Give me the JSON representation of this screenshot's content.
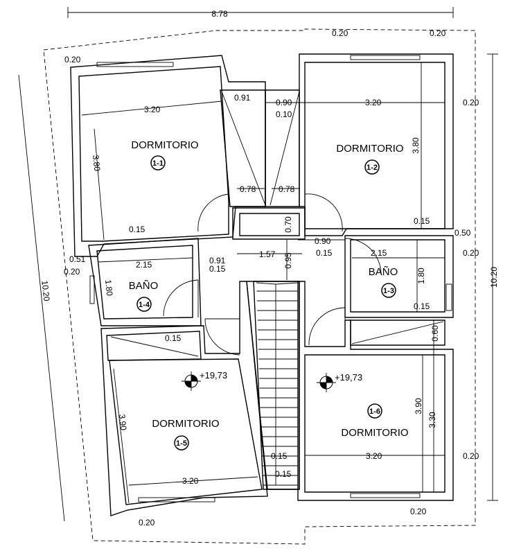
{
  "rooms": {
    "dorm_1_1": {
      "name": "DORMITORIO",
      "code": "1-1"
    },
    "dorm_1_2": {
      "name": "DORMITORIO",
      "code": "1-2"
    },
    "bano_1_3": {
      "name": "BAÑO",
      "code": "1-3"
    },
    "bano_1_4": {
      "name": "BAÑO",
      "code": "1-4"
    },
    "dorm_1_5": {
      "name": "DORMITORIO",
      "code": "1-5"
    },
    "dorm_1_6": {
      "name": "DORMITORIO",
      "code": "1-6"
    }
  },
  "levels": {
    "left": "+19,73",
    "right": "+19,73"
  },
  "dimensions": {
    "total_width": "8.78",
    "total_height_right": "10.20",
    "total_height_left": "10.20",
    "top_left_wall": "0.20",
    "top_mid_wall": "0.20",
    "top_right_wall": "0.20",
    "dorm11_width": "3.20",
    "dorm11_height": "3.80",
    "closet_left": "0.91",
    "closet_right": "0.90",
    "closet_gap": "0.10",
    "closet_78_left": "0.78",
    "closet_78_right": "0.78",
    "dorm12_width": "3.20",
    "dorm12_height": "3.80",
    "right_wall_top": "0.20",
    "box_070": "0.70",
    "dorm12_bottom_wall": "0.15",
    "hall_090": "0.90",
    "right_wall_050": "0.50",
    "bath11_top_wall": "0.15",
    "left_051": "0.51",
    "left_020": "0.20",
    "bath14_width": "2.15",
    "bath14_height": "1.80",
    "hall_091": "0.91",
    "hall_015_a": "0.15",
    "hall_157": "1.57",
    "hall_095": "0.95",
    "hall_015_b": "0.15",
    "bath13_width": "2.15",
    "right_wall_020_b": "0.20",
    "bath13_height": "1.80",
    "bath13_bottom_wall": "0.15",
    "bath14_bottom_015": "0.15",
    "closet_060": "0.60",
    "dorm15_height": "3.90",
    "dorm15_width": "3.20",
    "bottom_left_wall": "0.20",
    "dorm16_height_a": "3.90",
    "dorm16_height_b": "3.30",
    "stair_015_a": "0.15",
    "stair_015_b": "0.15",
    "dorm16_width": "3.20",
    "right_wall_020_c": "0.20",
    "bottom_right_wall": "0.20"
  }
}
